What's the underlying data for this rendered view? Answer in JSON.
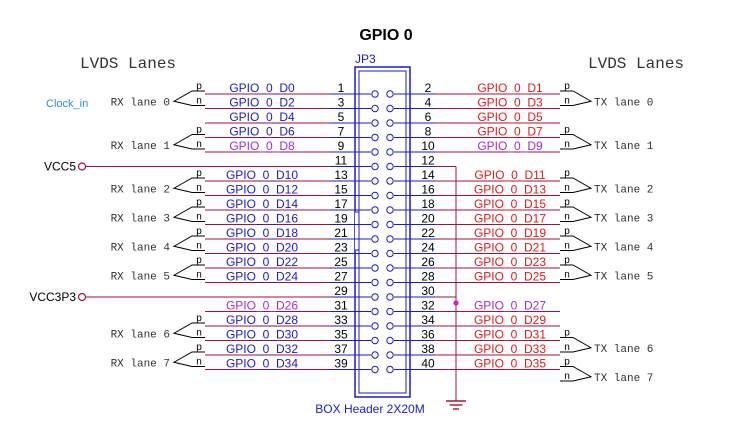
{
  "title": "GPIO 0",
  "connector_ref": "JP3",
  "connector_name": "BOX Header 2X20M",
  "left_heading": "LVDS Lanes",
  "right_heading": "LVDS Lanes",
  "clock_label": "Clock_in",
  "colors": {
    "blue": "#1b1bcc",
    "purple": "#9b2fd8",
    "red": "#e01b1b",
    "wire": "#a6123a",
    "cyan": "#2a8fd8",
    "black": "#000000"
  },
  "pins": [
    {
      "l": "1",
      "r": "2",
      "ls": "GPIO_0_D0",
      "lc": "blue",
      "rs": "GPIO_0_D1",
      "rc": "red"
    },
    {
      "l": "3",
      "r": "4",
      "ls": "GPIO_0_D2",
      "lc": "blue",
      "rs": "GPIO_0_D3",
      "rc": "red"
    },
    {
      "l": "5",
      "r": "6",
      "ls": "GPIO_0_D4",
      "lc": "blue",
      "rs": "GPIO_0_D5",
      "rc": "red"
    },
    {
      "l": "7",
      "r": "8",
      "ls": "GPIO_0_D6",
      "lc": "blue",
      "rs": "GPIO_0_D7",
      "rc": "red"
    },
    {
      "l": "9",
      "r": "10",
      "ls": "GPIO_0_D8",
      "lc": "purple",
      "rs": "GPIO_0_D9",
      "rc": "purple"
    },
    {
      "l": "11",
      "r": "12",
      "ls": "",
      "lc": "blue",
      "rs": "",
      "rc": "red"
    },
    {
      "l": "13",
      "r": "14",
      "ls": "GPIO_0_D10",
      "lc": "blue",
      "rs": "GPIO_0_D11",
      "rc": "red"
    },
    {
      "l": "15",
      "r": "16",
      "ls": "GPIO_0_D12",
      "lc": "blue",
      "rs": "GPIO_0_D13",
      "rc": "red"
    },
    {
      "l": "17",
      "r": "18",
      "ls": "GPIO_0_D14",
      "lc": "blue",
      "rs": "GPIO_0_D15",
      "rc": "red"
    },
    {
      "l": "19",
      "r": "20",
      "ls": "GPIO_0_D16",
      "lc": "blue",
      "rs": "GPIO_0_D17",
      "rc": "red"
    },
    {
      "l": "21",
      "r": "22",
      "ls": "GPIO_0_D18",
      "lc": "blue",
      "rs": "GPIO_0_D19",
      "rc": "red"
    },
    {
      "l": "23",
      "r": "24",
      "ls": "GPIO_0_D20",
      "lc": "blue",
      "rs": "GPIO_0_D21",
      "rc": "red"
    },
    {
      "l": "25",
      "r": "26",
      "ls": "GPIO_0_D22",
      "lc": "blue",
      "rs": "GPIO_0_D23",
      "rc": "red"
    },
    {
      "l": "27",
      "r": "28",
      "ls": "GPIO_0_D24",
      "lc": "blue",
      "rs": "GPIO_0_D25",
      "rc": "red"
    },
    {
      "l": "29",
      "r": "30",
      "ls": "",
      "lc": "blue",
      "rs": "",
      "rc": "red"
    },
    {
      "l": "31",
      "r": "32",
      "ls": "GPIO_0_D26",
      "lc": "purple",
      "rs": "GPIO_0_D27",
      "rc": "purple"
    },
    {
      "l": "33",
      "r": "34",
      "ls": "GPIO_0_D28",
      "lc": "blue",
      "rs": "GPIO_0_D29",
      "rc": "red"
    },
    {
      "l": "35",
      "r": "36",
      "ls": "GPIO_0_D30",
      "lc": "blue",
      "rs": "GPIO_0_D31",
      "rc": "red"
    },
    {
      "l": "37",
      "r": "38",
      "ls": "GPIO_0_D32",
      "lc": "blue",
      "rs": "GPIO_0_D33",
      "rc": "red"
    },
    {
      "l": "39",
      "r": "40",
      "ls": "GPIO_0_D34",
      "lc": "blue",
      "rs": "GPIO_0_D35",
      "rc": "red"
    }
  ],
  "rx_lanes": [
    {
      "label": "RX lane 0",
      "p": "p",
      "n": "n",
      "rows": [
        0,
        1
      ]
    },
    {
      "label": "RX lane 1",
      "p": "p",
      "n": "n",
      "rows": [
        3,
        4
      ]
    },
    {
      "label": "RX lane 2",
      "p": "p",
      "n": "n",
      "rows": [
        6,
        7
      ]
    },
    {
      "label": "RX lane 3",
      "p": "p",
      "n": "n",
      "rows": [
        8,
        9
      ]
    },
    {
      "label": "RX lane 4",
      "p": "p",
      "n": "n",
      "rows": [
        10,
        11
      ]
    },
    {
      "label": "RX lane 5",
      "p": "p",
      "n": "n",
      "rows": [
        12,
        13
      ]
    },
    {
      "label": "RX lane 6",
      "p": "p",
      "n": "n",
      "rows": [
        16,
        17
      ]
    },
    {
      "label": "RX lane 7",
      "p": "p",
      "n": "n",
      "rows": [
        18,
        19
      ]
    }
  ],
  "tx_lanes": [
    {
      "label": "TX lane 0",
      "p": "p",
      "n": "n",
      "rows": [
        0,
        1
      ]
    },
    {
      "label": "TX lane 1",
      "p": "p",
      "n": "n",
      "rows": [
        3,
        4
      ]
    },
    {
      "label": "TX lane 2",
      "p": "p",
      "n": "n",
      "rows": [
        6,
        7
      ]
    },
    {
      "label": "TX lane 3",
      "p": "p",
      "n": "n",
      "rows": [
        8,
        9
      ]
    },
    {
      "label": "TX lane 4",
      "p": "p",
      "n": "n",
      "rows": [
        10,
        11
      ]
    },
    {
      "label": "TX lane 5",
      "p": "p",
      "n": "n",
      "rows": [
        12,
        13
      ]
    },
    {
      "label": "TX lane 6",
      "p": "p",
      "n": "n",
      "rows": [
        17,
        18
      ]
    },
    {
      "label": "TX lane 7",
      "p": "p",
      "n": "n",
      "rows": [
        19,
        20
      ]
    }
  ],
  "power": [
    {
      "label": "VCC5",
      "row": 5
    },
    {
      "label": "VCC3P3",
      "row": 14
    }
  ]
}
